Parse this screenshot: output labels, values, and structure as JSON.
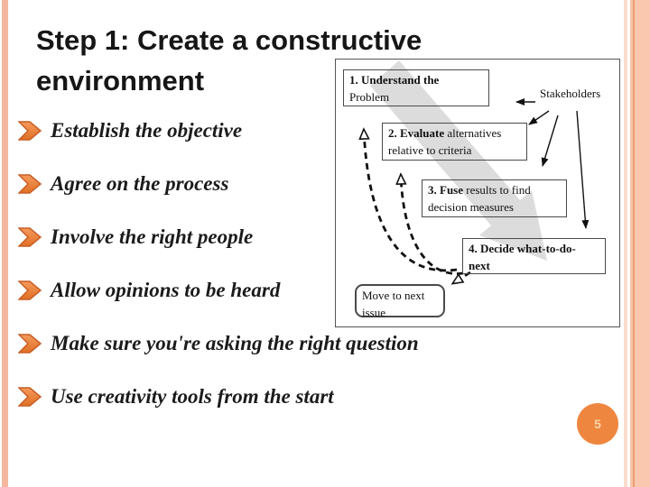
{
  "slide": {
    "title": "Step 1: Create a constructive environment",
    "title_lines": [
      "Step 1: Create a constructive",
      "environment"
    ],
    "page_number": "5"
  },
  "bullets": {
    "icon": "chevron-right-icon",
    "items": [
      {
        "label": "Establish the objective"
      },
      {
        "label": "Agree on the process"
      },
      {
        "label": "Involve the right people"
      },
      {
        "label": "Allow opinions to be heard"
      },
      {
        "label": "Make sure you're asking the right question"
      },
      {
        "label": "Use creativity tools from the start"
      }
    ]
  },
  "diagram": {
    "stakeholders_label": "Stakeholders",
    "boxes": [
      {
        "line1_bold": "1. Understand the",
        "line1_rest": "",
        "line2": "Problem"
      },
      {
        "line1_bold": "2. Evaluate",
        "line1_rest": " alternatives",
        "line2": "relative to criteria"
      },
      {
        "line1_bold": "3. Fuse",
        "line1_rest": " results to find",
        "line2": "decision measures"
      },
      {
        "line1_bold": "4. Decide what-to-do-",
        "line1_rest": "",
        "line2": "next"
      }
    ],
    "move_next_label_line1": "Move to next",
    "move_next_label_line2": "issue"
  },
  "colors": {
    "accent_orange_bullet": "#ec8142",
    "bullet_outline": "#c75f26",
    "stripe_salmon_left": "#f3b89e",
    "stripe_salmon_right": "#f9c8ae",
    "stripe_accent_line": "#eb9e72",
    "page_circle_orange": "#ef8640",
    "page_number_text": "#fbd6a4",
    "background_arrow_gray": "#dcdcdc",
    "diagram_border": "#4a4a4a",
    "text_black": "#161616"
  }
}
